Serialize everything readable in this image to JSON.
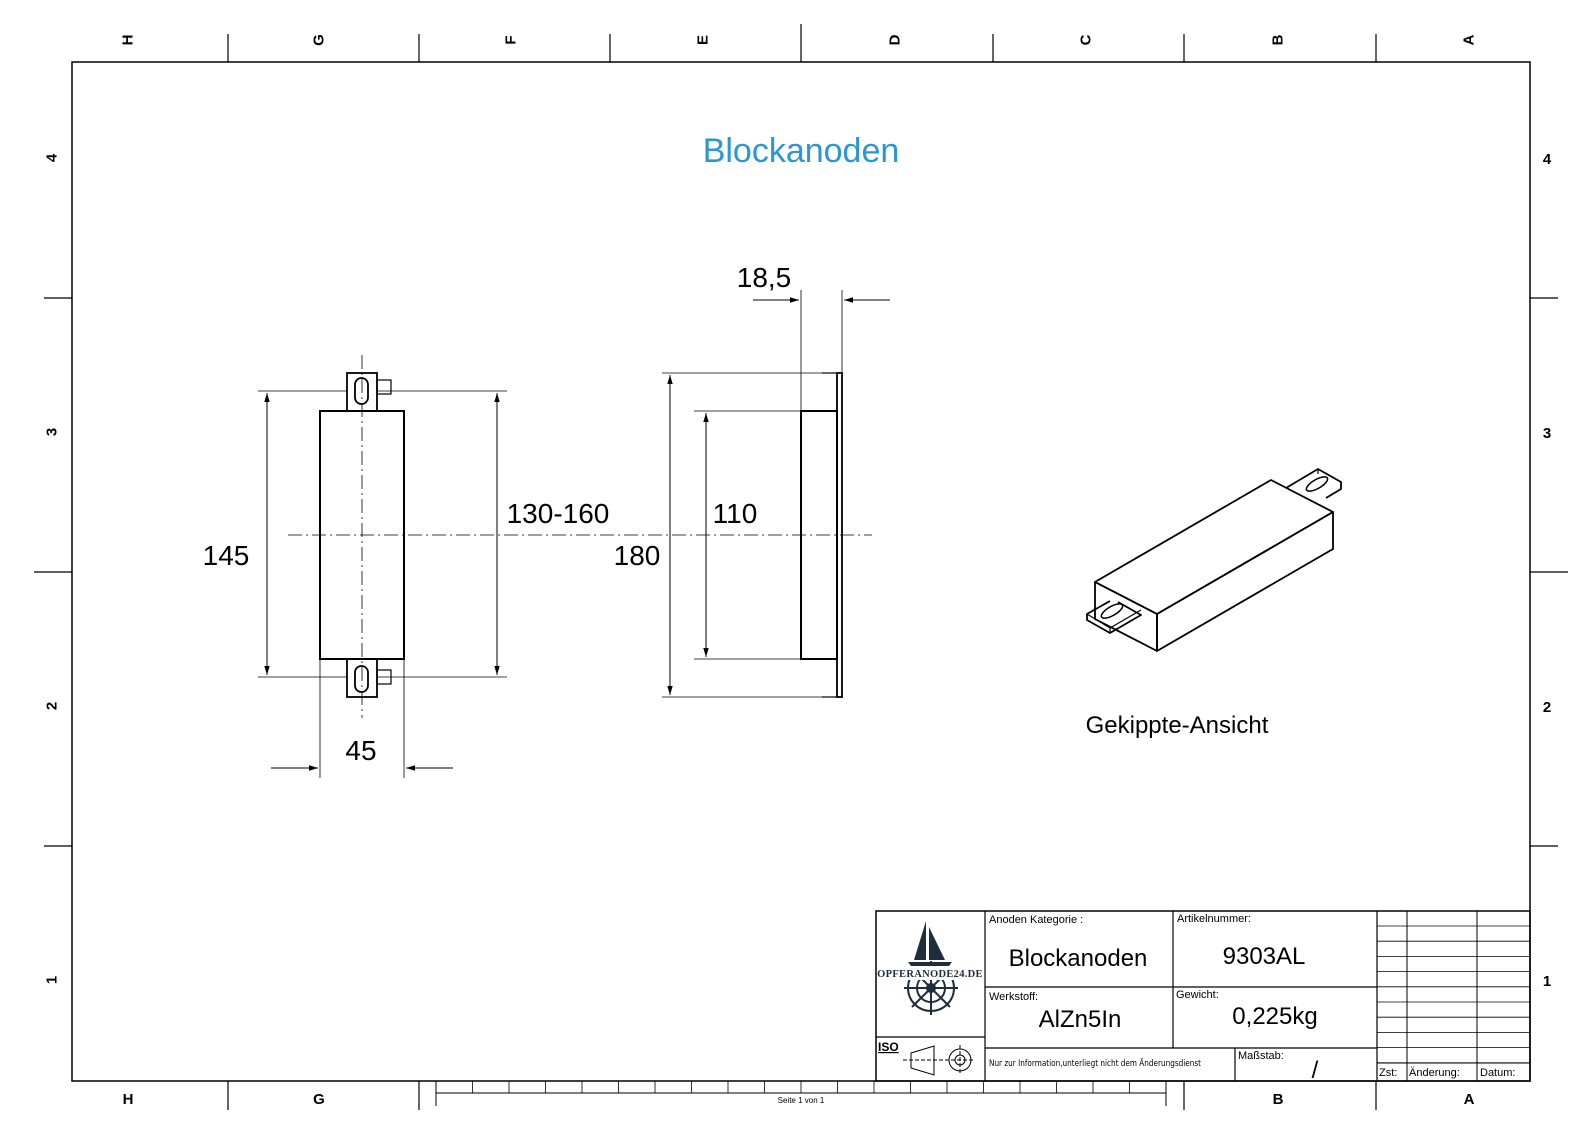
{
  "title": "Blockanoden",
  "colors": {
    "title": "#2b96d2",
    "line": "#000000",
    "background": "#ffffff"
  },
  "frame": {
    "columns": [
      "H",
      "G",
      "F",
      "E",
      "D",
      "C",
      "B",
      "A"
    ],
    "rows": [
      "4",
      "3",
      "2",
      "1"
    ],
    "bottom_columns": [
      "H",
      "G",
      "B",
      "A"
    ]
  },
  "dimensions": {
    "width": "45",
    "height": "145",
    "hole_spacing": "130-160",
    "overall_length": "180",
    "inner_length": "110",
    "thickness": "18,5"
  },
  "iso_view_label": "Gekippte-Ansicht",
  "logo": {
    "text": "OPFERANODE24.DE"
  },
  "title_block": {
    "category_label": "Anoden Kategorie :",
    "category_value": "Blockanoden",
    "article_label": "Artikelnummer:",
    "article_value": "9303AL",
    "material_label": "Werkstoff:",
    "material_value": "AlZn5In",
    "weight_label": "Gewicht:",
    "weight_value": "0,225kg",
    "iso_label": "ISO",
    "notice": "Nur zur Information,unterliegt nicht dem Änderungsdienst",
    "scale_label": "Maßstab:",
    "scale_value": "/",
    "revision_headers": [
      "Zst:",
      "Änderung:",
      "Datum:"
    ]
  },
  "footer": {
    "page": "Seite 1 von 1"
  }
}
